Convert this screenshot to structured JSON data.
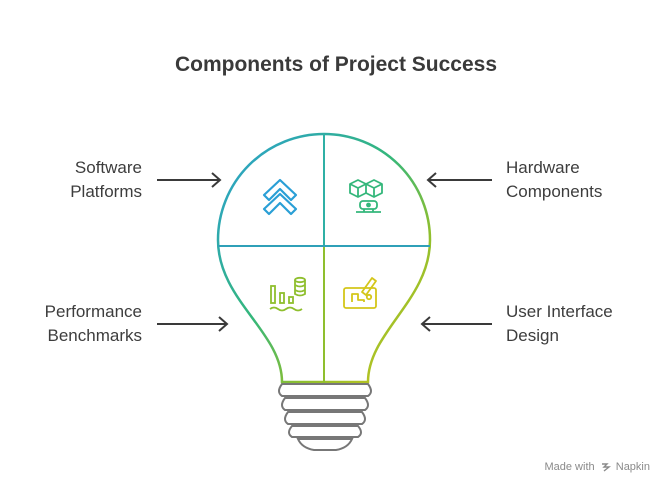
{
  "title": "Components of Project Success",
  "items": [
    {
      "id": "software",
      "line1": "Software",
      "line2": "Platforms",
      "icon": "double-chevron-up-icon",
      "color": "#2a9fd6"
    },
    {
      "id": "hardware",
      "line1": "Hardware",
      "line2": "Components",
      "icon": "cubes-robot-icon",
      "color": "#34b77b"
    },
    {
      "id": "performance",
      "line1": "Performance",
      "line2": "Benchmarks",
      "icon": "bar-chart-database-icon",
      "color": "#8fbf2e"
    },
    {
      "id": "ui",
      "line1": "User Interface",
      "line2": "Design",
      "icon": "design-pencil-icon",
      "color": "#d4c61a"
    }
  ],
  "watermark": {
    "prefix": "Made with",
    "brand": "Napkin"
  }
}
